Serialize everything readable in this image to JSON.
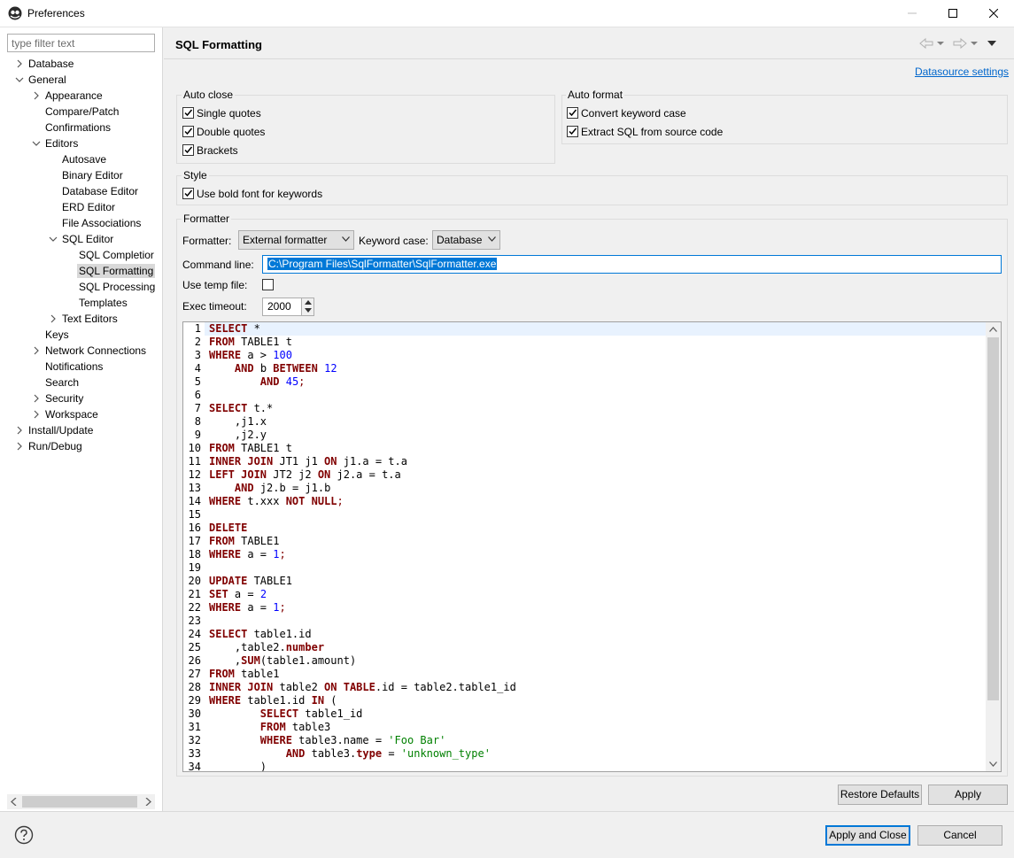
{
  "window": {
    "title": "Preferences"
  },
  "sidebar": {
    "filter_placeholder": "type filter text",
    "items": {
      "database": "Database",
      "general": "General",
      "appearance": "Appearance",
      "compare_patch": "Compare/Patch",
      "confirmations": "Confirmations",
      "editors": "Editors",
      "autosave": "Autosave",
      "binary_editor": "Binary Editor",
      "database_editor": "Database Editor",
      "erd_editor": "ERD Editor",
      "file_associations": "File Associations",
      "sql_editor": "SQL Editor",
      "sql_completion": "SQL Completior",
      "sql_formatting": "SQL Formatting",
      "sql_processing": "SQL Processing",
      "templates": "Templates",
      "text_editors": "Text Editors",
      "keys": "Keys",
      "network_connections": "Network Connections",
      "notifications": "Notifications",
      "search": "Search",
      "security": "Security",
      "workspace": "Workspace",
      "install_update": "Install/Update",
      "run_debug": "Run/Debug"
    }
  },
  "page": {
    "title": "SQL Formatting",
    "datasource_link": "Datasource settings"
  },
  "auto_close": {
    "title": "Auto close",
    "single_quotes": "Single quotes",
    "double_quotes": "Double quotes",
    "brackets": "Brackets"
  },
  "auto_format": {
    "title": "Auto format",
    "convert_keyword_case": "Convert keyword case",
    "extract_sql": "Extract SQL from source code"
  },
  "style": {
    "title": "Style",
    "bold_keywords": "Use bold font for keywords"
  },
  "formatter": {
    "title": "Formatter",
    "formatter_label": "Formatter:",
    "formatter_value": "External formatter",
    "keyword_case_label": "Keyword case:",
    "keyword_case_value": "Database",
    "command_line_label": "Command line:",
    "command_line_value": "C:\\Program Files\\SqlFormatter\\SqlFormatter.exe",
    "use_temp_file_label": "Use temp file:",
    "exec_timeout_label": "Exec timeout:",
    "exec_timeout_value": "2000"
  },
  "code_lines": [
    [
      [
        "kw",
        "SELECT"
      ],
      [
        "t",
        " *"
      ]
    ],
    [
      [
        "kw",
        "FROM"
      ],
      [
        "t",
        " TABLE1 t"
      ]
    ],
    [
      [
        "kw",
        "WHERE"
      ],
      [
        "t",
        " a > "
      ],
      [
        "num",
        "100"
      ]
    ],
    [
      [
        "t",
        "    "
      ],
      [
        "kw",
        "AND"
      ],
      [
        "t",
        " b "
      ],
      [
        "kw",
        "BETWEEN"
      ],
      [
        "t",
        " "
      ],
      [
        "num",
        "12"
      ]
    ],
    [
      [
        "t",
        "        "
      ],
      [
        "kw",
        "AND"
      ],
      [
        "t",
        " "
      ],
      [
        "num",
        "45"
      ],
      [
        "delim",
        ";"
      ]
    ],
    [],
    [
      [
        "kw",
        "SELECT"
      ],
      [
        "t",
        " t.*"
      ]
    ],
    [
      [
        "t",
        "    ,j1.x"
      ]
    ],
    [
      [
        "t",
        "    ,j2.y"
      ]
    ],
    [
      [
        "kw",
        "FROM"
      ],
      [
        "t",
        " TABLE1 t"
      ]
    ],
    [
      [
        "kw",
        "INNER JOIN"
      ],
      [
        "t",
        " JT1 j1 "
      ],
      [
        "kw",
        "ON"
      ],
      [
        "t",
        " j1.a = t.a"
      ]
    ],
    [
      [
        "kw",
        "LEFT JOIN"
      ],
      [
        "t",
        " JT2 j2 "
      ],
      [
        "kw",
        "ON"
      ],
      [
        "t",
        " j2.a = t.a"
      ]
    ],
    [
      [
        "t",
        "    "
      ],
      [
        "kw",
        "AND"
      ],
      [
        "t",
        " j2.b = j1.b"
      ]
    ],
    [
      [
        "kw",
        "WHERE"
      ],
      [
        "t",
        " t.xxx "
      ],
      [
        "kw",
        "NOT NULL"
      ],
      [
        "delim",
        ";"
      ]
    ],
    [],
    [
      [
        "kw",
        "DELETE"
      ]
    ],
    [
      [
        "kw",
        "FROM"
      ],
      [
        "t",
        " TABLE1"
      ]
    ],
    [
      [
        "kw",
        "WHERE"
      ],
      [
        "t",
        " a = "
      ],
      [
        "num",
        "1"
      ],
      [
        "delim",
        ";"
      ]
    ],
    [],
    [
      [
        "kw",
        "UPDATE"
      ],
      [
        "t",
        " TABLE1"
      ]
    ],
    [
      [
        "kw",
        "SET"
      ],
      [
        "t",
        " a = "
      ],
      [
        "num",
        "2"
      ]
    ],
    [
      [
        "kw",
        "WHERE"
      ],
      [
        "t",
        " a = "
      ],
      [
        "num",
        "1"
      ],
      [
        "delim",
        ";"
      ]
    ],
    [],
    [
      [
        "kw",
        "SELECT"
      ],
      [
        "t",
        " table1.id"
      ]
    ],
    [
      [
        "t",
        "    ,table2."
      ],
      [
        "kw",
        "number"
      ]
    ],
    [
      [
        "t",
        "    ,"
      ],
      [
        "kw",
        "SUM"
      ],
      [
        "t",
        "(table1.amount)"
      ]
    ],
    [
      [
        "kw",
        "FROM"
      ],
      [
        "t",
        " table1"
      ]
    ],
    [
      [
        "kw",
        "INNER JOIN"
      ],
      [
        "t",
        " table2 "
      ],
      [
        "kw",
        "ON"
      ],
      [
        "t",
        " "
      ],
      [
        "kw",
        "TABLE"
      ],
      [
        "t",
        ".id = table2.table1_id"
      ]
    ],
    [
      [
        "kw",
        "WHERE"
      ],
      [
        "t",
        " table1.id "
      ],
      [
        "kw",
        "IN"
      ],
      [
        "t",
        " ("
      ]
    ],
    [
      [
        "t",
        "        "
      ],
      [
        "kw",
        "SELECT"
      ],
      [
        "t",
        " table1_id"
      ]
    ],
    [
      [
        "t",
        "        "
      ],
      [
        "kw",
        "FROM"
      ],
      [
        "t",
        " table3"
      ]
    ],
    [
      [
        "t",
        "        "
      ],
      [
        "kw",
        "WHERE"
      ],
      [
        "t",
        " table3.name = "
      ],
      [
        "str",
        "'Foo Bar'"
      ]
    ],
    [
      [
        "t",
        "            "
      ],
      [
        "kw",
        "AND"
      ],
      [
        "t",
        " table3."
      ],
      [
        "kw",
        "type"
      ],
      [
        "t",
        " = "
      ],
      [
        "str",
        "'unknown_type'"
      ]
    ],
    [
      [
        "t",
        "        )"
      ]
    ]
  ],
  "buttons": {
    "restore_defaults": "Restore Defaults",
    "apply": "Apply",
    "apply_close": "Apply and Close",
    "cancel": "Cancel"
  },
  "colors": {
    "keyword": "#800000",
    "number": "#0000ff",
    "string": "#008000",
    "accent": "#0078d7"
  }
}
